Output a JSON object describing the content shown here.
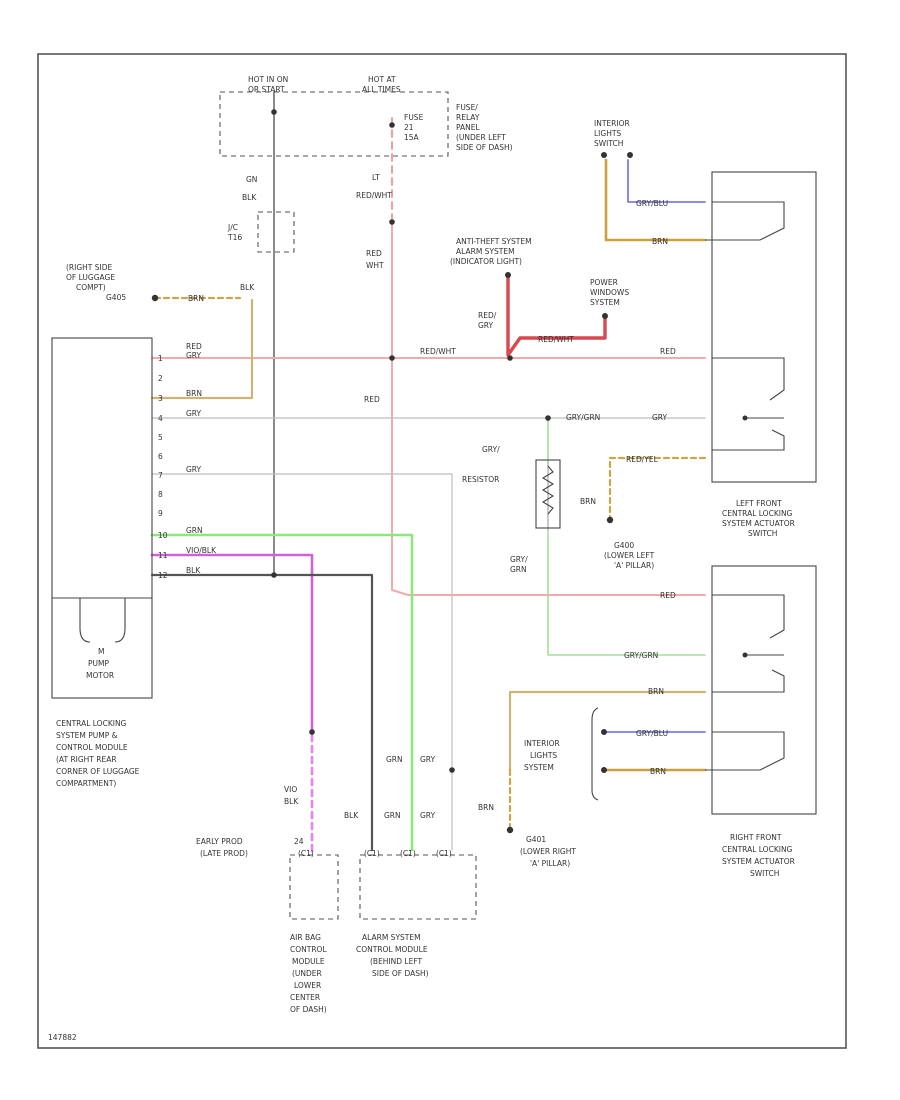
{
  "labels": {
    "hot_run": [
      "HOT IN ON",
      "OR START"
    ],
    "hot_all": [
      "HOT AT",
      "ALL TIMES"
    ],
    "fuse_box": [
      "FUSE/",
      "RELAY",
      "PANEL",
      "(UNDER LEFT",
      "SIDE OF DASH)"
    ],
    "fuse": [
      "FUSE",
      "21",
      "15A"
    ],
    "wire_gn_blk": [
      "GN",
      "BLK"
    ],
    "jct": [
      "J/C",
      "T16"
    ],
    "lt_red_wht": [
      "LT",
      "RED/WHT"
    ],
    "red_wht_v": [
      "RED",
      "WHT"
    ],
    "interior_lights_switch": [
      "INTERIOR",
      "LIGHTS",
      "SWITCH"
    ],
    "antitheft": [
      "ANTI-THEFT SYSTEM",
      "ALARM SYSTEM",
      "(INDICATOR LIGHT)"
    ],
    "power_windows": [
      "POWER",
      "WINDOWS",
      "SYSTEM"
    ],
    "right_side_ground": [
      "(RIGHT SIDE",
      "OF LUGGAGE",
      "COMPT)",
      "G405"
    ],
    "red_gry_v": [
      "RED/",
      "GRY"
    ],
    "red_wht_h1": "RED/WHT",
    "red_wht_h2": "RED/WHT",
    "red_h": "RED",
    "red_v2": "RED",
    "wire_brn": "BRN",
    "wire_blk": "BLK",
    "wire_gry": "GRY",
    "wire_gry_grn": "GRY/GRN",
    "red_gry_top": [
      "RED",
      "GRY"
    ],
    "gry_blu": "GRY/BLU",
    "resistor": "RESISTOR",
    "red_yel": "RED/YEL",
    "gry_grn_v": [
      "GRY/",
      "GRN"
    ],
    "g400": [
      "G400",
      "(LOWER LEFT",
      "'A' PILLAR)"
    ],
    "left_front_switch": [
      "LEFT FRONT",
      "CENTRAL LOCKING",
      "SYSTEM ACTUATOR",
      "SWITCH"
    ],
    "right_front_switch": [
      "RIGHT FRONT",
      "CENTRAL LOCKING",
      "SYSTEM ACTUATOR",
      "SWITCH"
    ],
    "pin_numbers": [
      "1",
      "2",
      "3",
      "4",
      "5",
      "6",
      "7",
      "8",
      "9",
      "10",
      "11",
      "12"
    ],
    "wire_vio_blk": "VIO/BLK",
    "wire_blk_short": "BLK",
    "wire_grn": "GRN",
    "pump_motor": [
      "M",
      "PUMP",
      "MOTOR"
    ],
    "module_desc": [
      "CENTRAL LOCKING",
      "SYSTEM PUMP &",
      "CONTROL MODULE",
      "(AT RIGHT REAR",
      "CORNER OF LUGGAGE",
      "COMPARTMENT)"
    ],
    "vio_blk_v": [
      "VIO",
      "BLK"
    ],
    "early_late": [
      "EARLY PROD",
      "(LATE PROD)"
    ],
    "pin_24": "24",
    "pin_c1": [
      "(C1)",
      "(C1)",
      "(C1)"
    ],
    "air_bag": [
      "AIR BAG",
      "CONTROL",
      "MODULE",
      "(UNDER",
      "LOWER",
      "CENTER",
      "OF DASH)"
    ],
    "alarm_module": [
      "ALARM SYSTEM",
      "CONTROL MODULE",
      "(BEHIND LEFT",
      "SIDE OF DASH)"
    ],
    "interior_lights_system": [
      "INTERIOR",
      "LIGHTS",
      "SYSTEM"
    ],
    "g401": [
      "G401",
      "(LOWER RIGHT",
      "'A' PILLAR)"
    ],
    "wire_brn_short": "BRN",
    "wire_grn_short": "GRN",
    "wire_gry_short": "GRY",
    "id": "147882"
  },
  "colors": {
    "red_wire": "#f4aaaa",
    "red_gry_wire": "#d9474f",
    "tan_wire": "#cdb57a",
    "green_wire": "#8ee67d",
    "violet_wire": "#cf63d6",
    "blue_wire": "#7b7fe3",
    "brown_wire": "#c9a13d",
    "black_wire": "#555555"
  }
}
